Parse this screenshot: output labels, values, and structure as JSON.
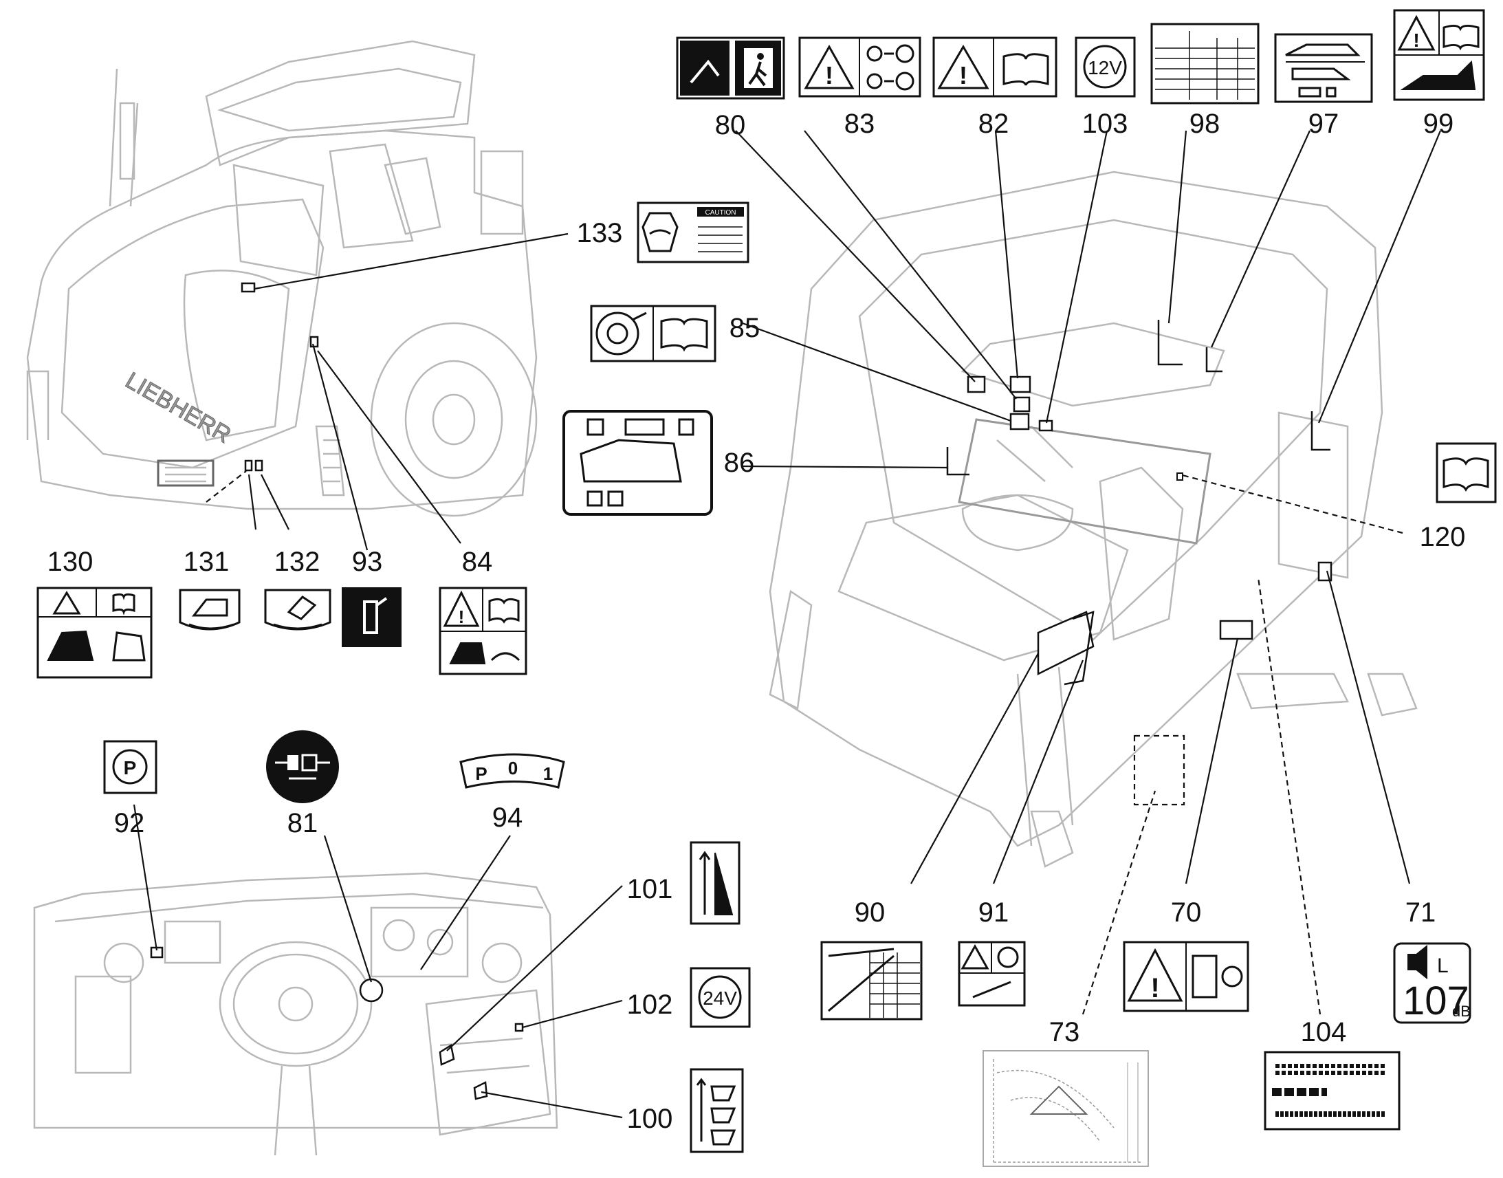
{
  "callouts": {
    "c80": "80",
    "c83": "83",
    "c82": "82",
    "c103": "103",
    "c98": "98",
    "c97": "97",
    "c99": "99",
    "c133": "133",
    "c85": "85",
    "c86": "86",
    "c120": "120",
    "c130": "130",
    "c131": "131",
    "c132": "132",
    "c93": "93",
    "c84": "84",
    "c92": "92",
    "c81": "81",
    "c94": "94",
    "c101": "101",
    "c102": "102",
    "c100": "100",
    "c90": "90",
    "c91": "91",
    "c70": "70",
    "c71": "71",
    "c73": "73",
    "c104": "104"
  },
  "decals": {
    "volt12": "12V",
    "volt24": "24V",
    "gear_p": "P",
    "gear_0": "0",
    "gear_1": "1",
    "caution": "CAUTION",
    "noise_value": "107",
    "noise_unit": "dB",
    "noise_symbol": "L"
  },
  "brand": {
    "name": "LIEBHERR"
  }
}
